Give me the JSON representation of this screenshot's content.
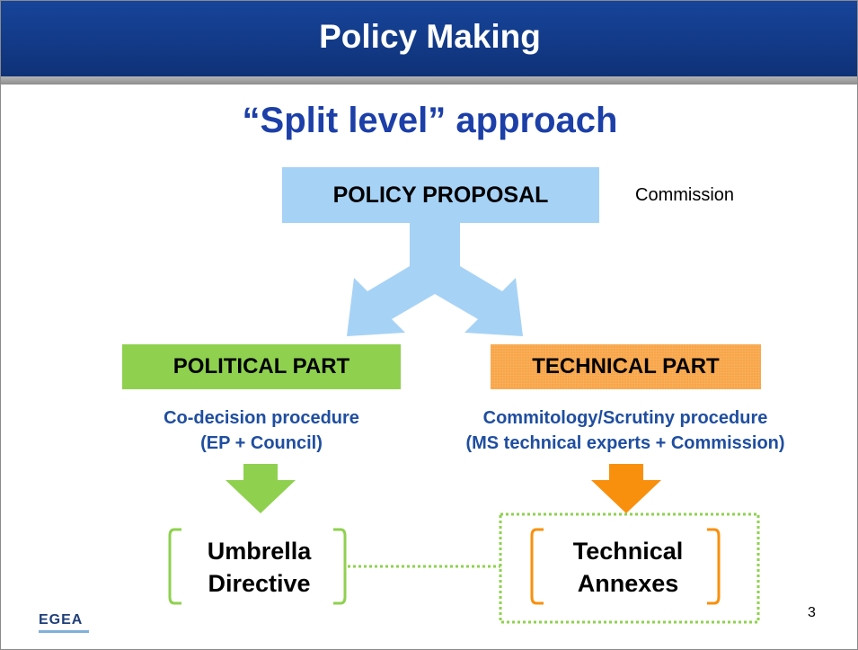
{
  "header": {
    "title": "Policy Making"
  },
  "subtitle": "“Split level” approach",
  "proposal": {
    "label": "POLICY PROPOSAL",
    "actor": "Commission"
  },
  "political": {
    "label": "POLITICAL PART",
    "procedure_line1": "Co-decision procedure",
    "procedure_line2": "(EP + Council)",
    "result_line1": "Umbrella",
    "result_line2": "Directive"
  },
  "technical": {
    "label": "TECHNICAL PART",
    "procedure_line1": "Commitology/Scrutiny procedure",
    "procedure_line2": "(MS technical experts + Commission)",
    "result_line1": "Technical",
    "result_line2": "Annexes"
  },
  "footer": {
    "logo_text": "EGEA",
    "page_number": "3"
  },
  "colors": {
    "header_blue": "#17449a",
    "title_blue": "#1c3fa8",
    "proposal_blue": "#a6d2f6",
    "political_green": "#8fd14f",
    "technical_orange": "#f9a54a",
    "procedure_text_blue": "#1f4ea0"
  }
}
